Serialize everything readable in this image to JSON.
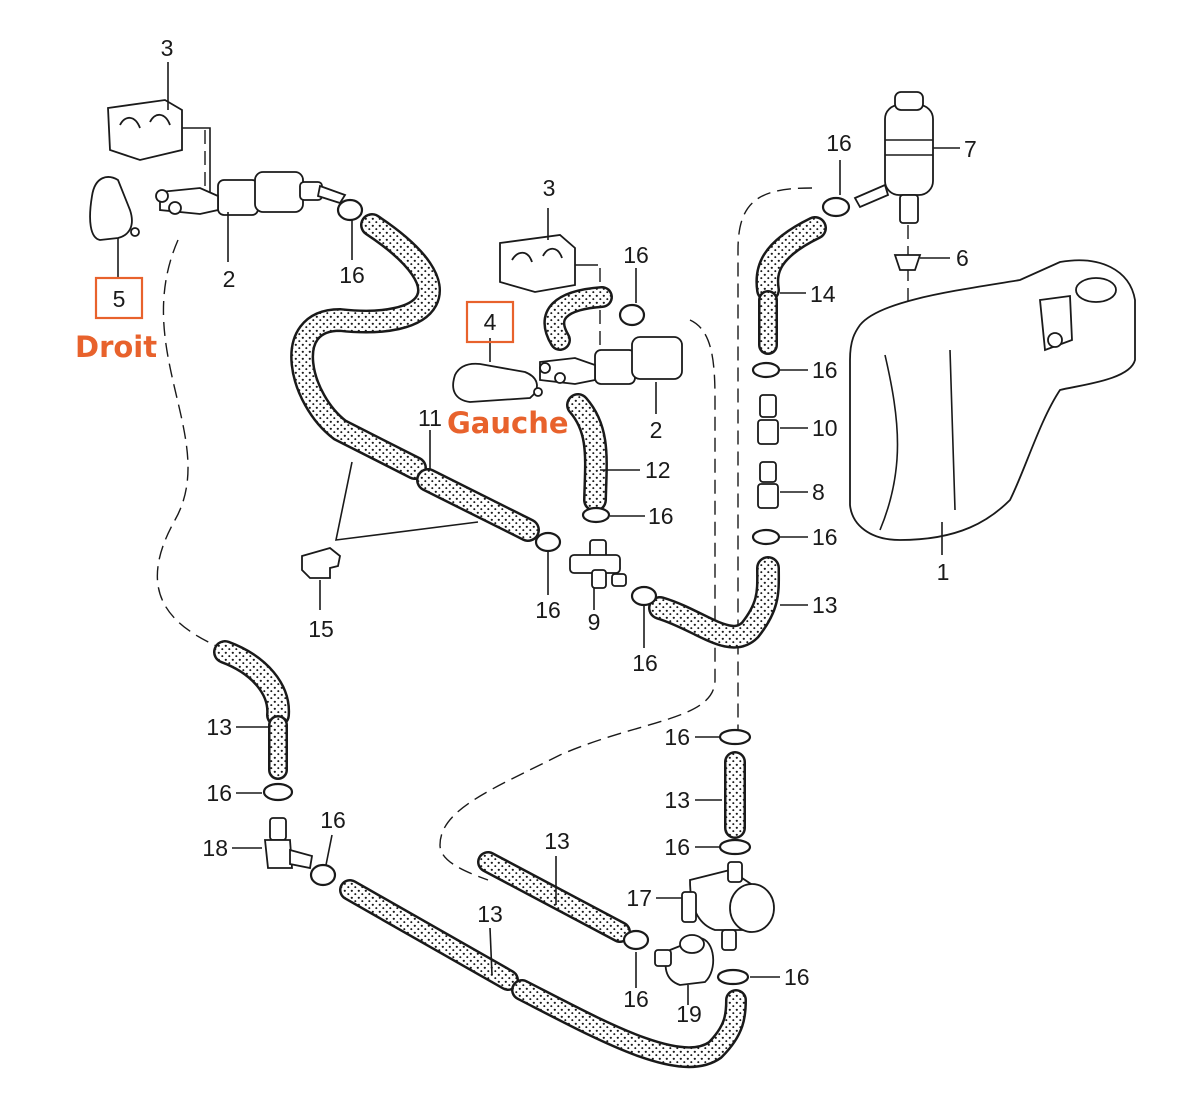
{
  "colors": {
    "accent": "#e8622c",
    "line": "#1a1a1a"
  },
  "callouts": {
    "c3a": "3",
    "c2a": "2",
    "c16a": "16",
    "c5": "5",
    "c3b": "3",
    "c16b": "16",
    "c4": "4",
    "c2b": "2",
    "c11": "11",
    "c12": "12",
    "c16c": "16",
    "c15": "15",
    "c16d": "16",
    "c9": "9",
    "c16e": "16",
    "c16f": "16",
    "c7": "7",
    "c6": "6",
    "c14": "14",
    "c16g": "16",
    "c10": "10",
    "c8": "8",
    "c16h": "16",
    "c13a": "13",
    "c1": "1",
    "c13b": "13",
    "c16i": "16",
    "c18": "18",
    "c16j": "16",
    "c13c": "13",
    "c13d": "13",
    "c16k": "16",
    "c13e": "13",
    "c16l": "16",
    "c17": "17",
    "c16m": "16",
    "c19": "19",
    "c16n": "16"
  },
  "labels": {
    "droit": "Droit",
    "gauche": "Gauche"
  }
}
